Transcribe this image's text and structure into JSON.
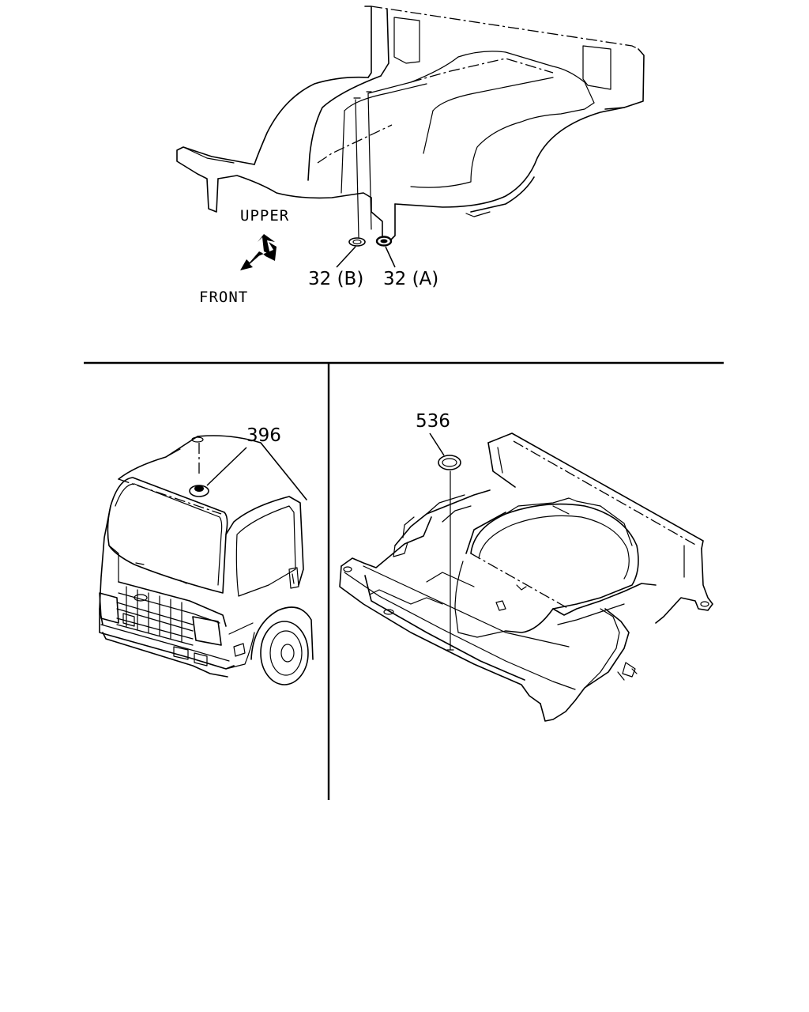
{
  "views": {
    "floor_rear": {
      "direction_labels": {
        "upper": "UPPER",
        "front": "FRONT"
      },
      "callouts": {
        "part_32b": "32 (B)",
        "part_32a": "32 (A)"
      }
    },
    "cab_exterior": {
      "callouts": {
        "part_396": "396"
      }
    },
    "floor_panel": {
      "callouts": {
        "part_536": "536"
      }
    }
  },
  "icons": [
    "direction-arrows-icon",
    "plug-grommet-icon",
    "roof-grommet-icon",
    "oval-plug-icon"
  ]
}
